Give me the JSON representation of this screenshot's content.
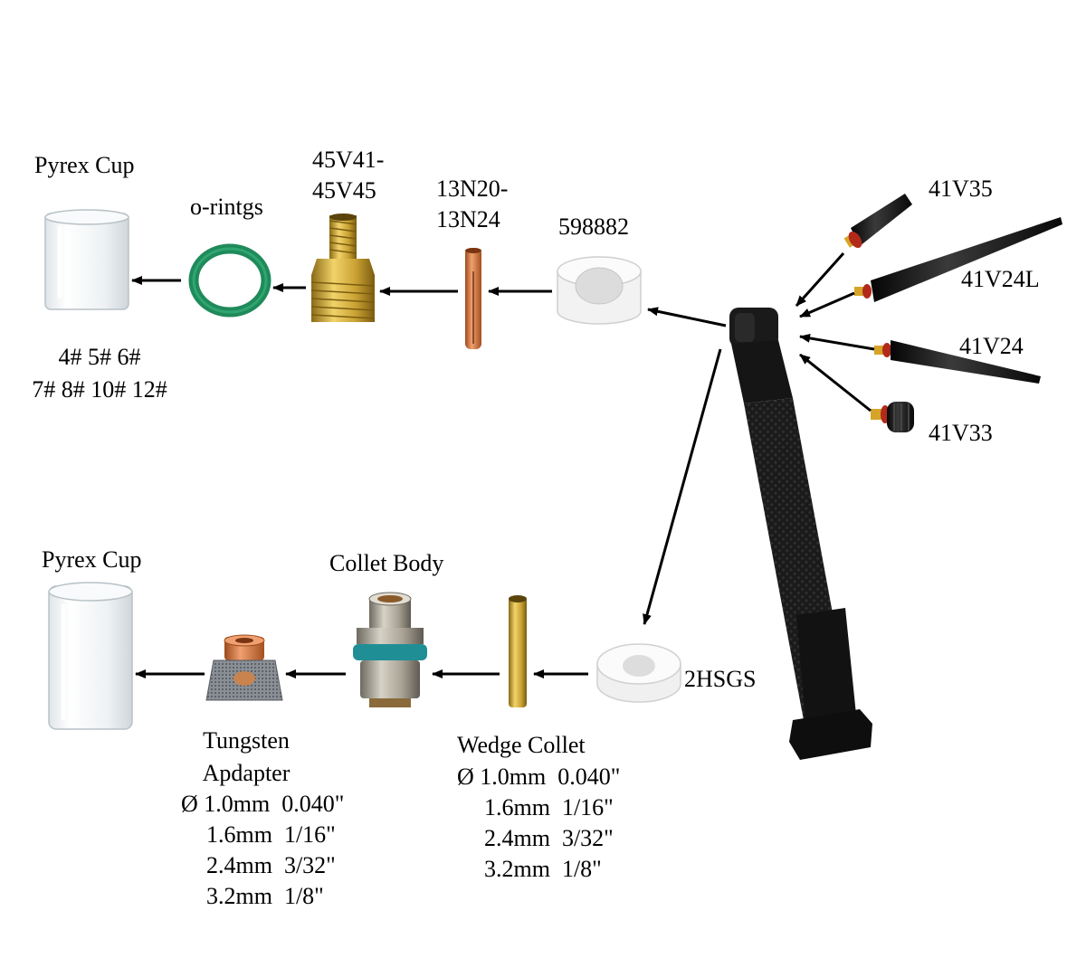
{
  "labels": {
    "pyrex_cup_top": "Pyrex Cup",
    "o_rings": "o-rintgs",
    "gas_lens_top_1": "45V41-",
    "gas_lens_top_2": "45V45",
    "collet_top_1": "13N20-",
    "collet_top_2": "13N24",
    "insulator_top": "598882",
    "cup_sizes_1": "4# 5# 6#",
    "cup_sizes_2": "7# 8# 10# 12#",
    "back_cap_1": "41V35",
    "back_cap_2": "41V24L",
    "back_cap_3": "41V24",
    "back_cap_4": "41V33",
    "pyrex_cup_bottom": "Pyrex Cup",
    "collet_body": "Collet Body",
    "insulator_bottom": "2HSGS",
    "tungsten_adapter_1": "Tungsten",
    "tungsten_adapter_2": "Apdapter",
    "adapter_sizes": [
      "Ø 1.0mm  0.040\"",
      "1.6mm  1/16\"",
      "2.4mm  3/32\"",
      "3.2mm  1/8\""
    ],
    "wedge_collet": "Wedge Collet",
    "wedge_sizes": [
      "Ø 1.0mm  0.040\"",
      "1.6mm  1/16\"",
      "2.4mm  3/32\"",
      "3.2mm  1/8\""
    ]
  },
  "colors": {
    "glass": "#eef2f4",
    "o_ring": "#1f8a5a",
    "brass": "#c9a233",
    "copper": "#d4773e",
    "ceramic": "#f4f4f4",
    "torch": "#1c1c1c",
    "teal_ring": "#1f8f95",
    "arrow": "#000000"
  }
}
